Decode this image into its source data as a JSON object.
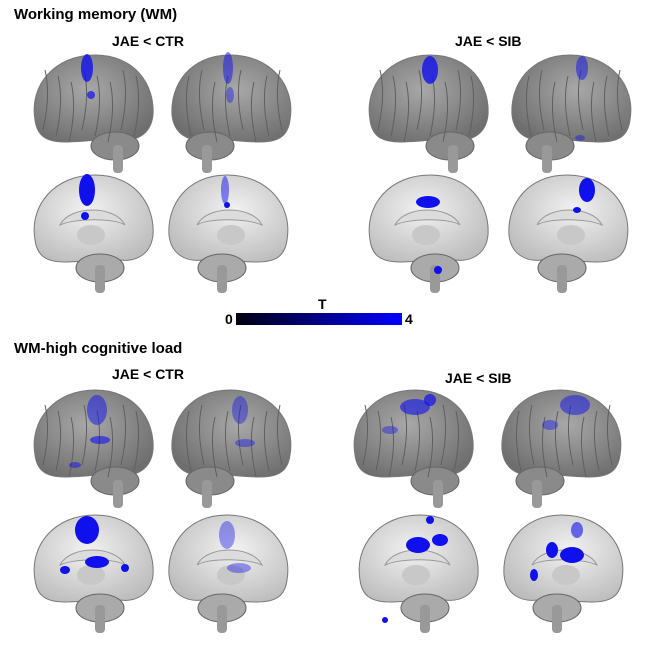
{
  "section1": {
    "title": "Working memory (WM)",
    "panels": [
      {
        "heading": "JAE < CTR"
      },
      {
        "heading": "JAE < SIB"
      }
    ]
  },
  "colorbar": {
    "label": "T",
    "min": "0",
    "max": "4",
    "color_low": "#000010",
    "color_high": "#0000ff"
  },
  "section2": {
    "title": "WM-high cognitive load",
    "panels": [
      {
        "heading": "JAE < CTR"
      },
      {
        "heading": "JAE < SIB"
      }
    ]
  }
}
